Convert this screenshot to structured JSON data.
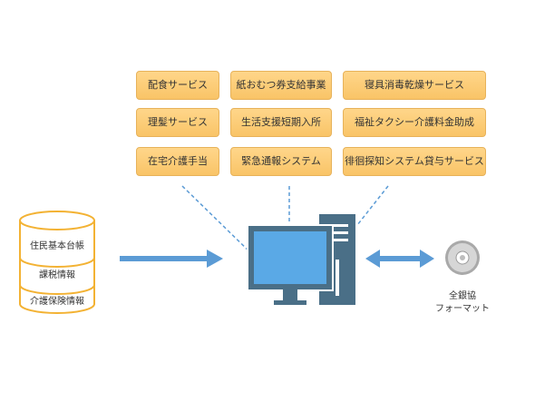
{
  "services": {
    "col1": [
      "配食サービス",
      "理髪サービス",
      "在宅介護手当"
    ],
    "col2": [
      "紙おむつ券支給事業",
      "生活支援短期入所",
      "緊急通報システム"
    ],
    "col3": [
      "寝具消毒乾燥サービス",
      "福祉タクシー介護料金助成",
      "徘徊探知システム貸与サービス"
    ]
  },
  "database": {
    "items": [
      "住民基本台帳",
      "課税情報",
      "介護保険情報"
    ]
  },
  "format": {
    "line1": "全銀協",
    "line2": "フォーマット"
  },
  "colors": {
    "service_fill": "#f9c467",
    "database_stroke": "#f3b233",
    "arrow": "#5b9bd5",
    "computer": "#4a6f87",
    "screen": "#5aa9e6"
  }
}
